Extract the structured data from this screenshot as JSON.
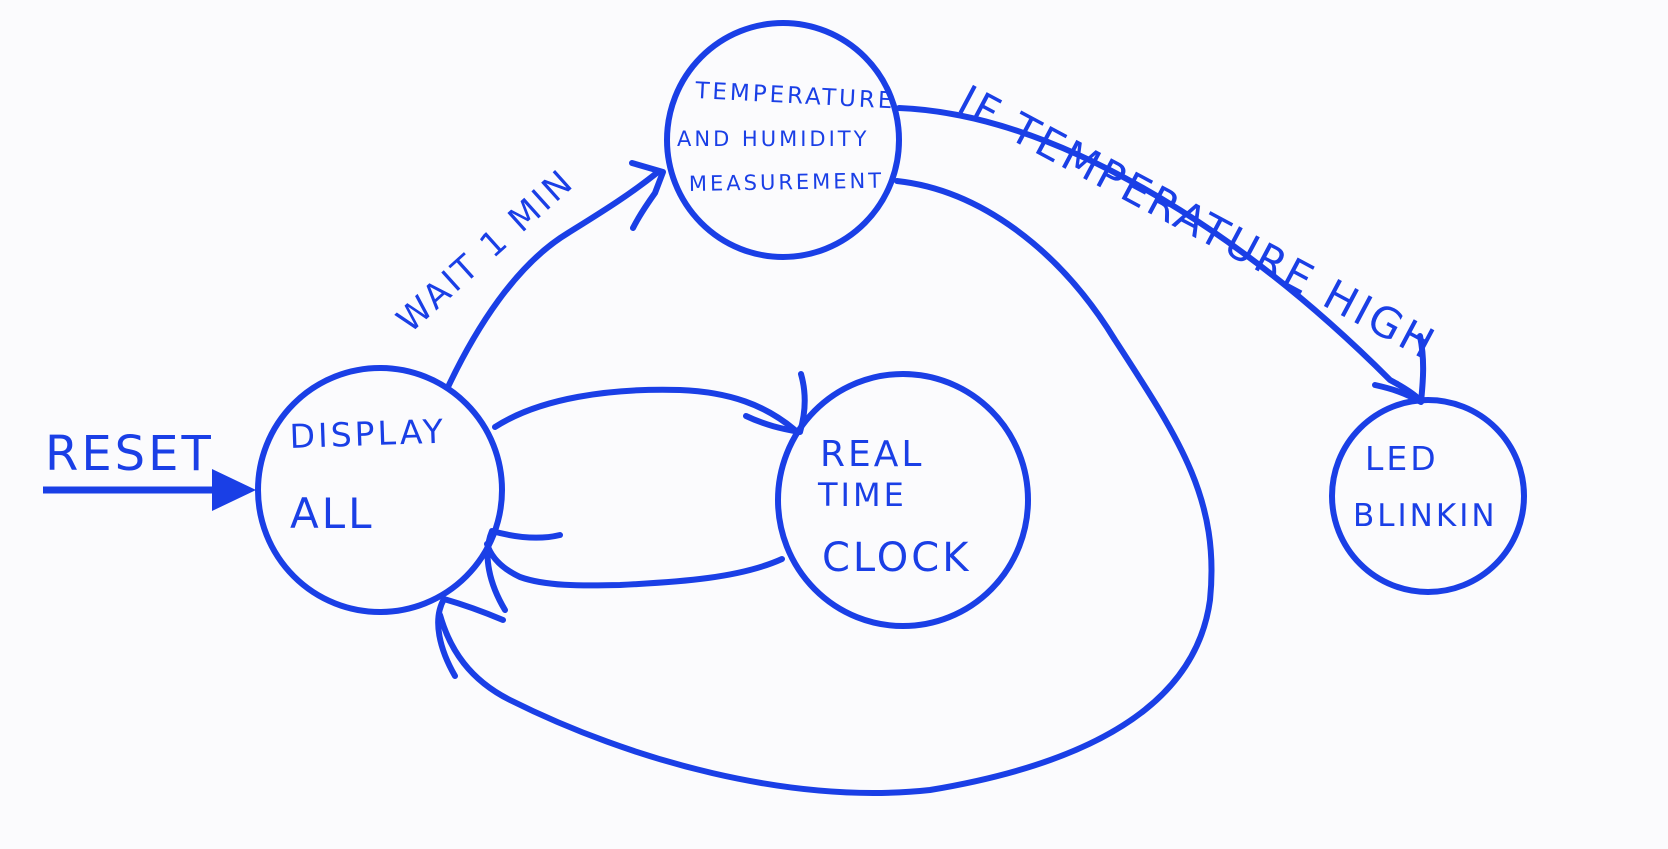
{
  "ink_color": "#1a3fe6",
  "background": "#fbfbfd",
  "states": {
    "display_all": {
      "lines": [
        "DISPLAY",
        "ALL"
      ]
    },
    "temp_humidity": {
      "lines": [
        "TEMPERATURE",
        "AND HUMIDITY",
        "MEASUREMENT"
      ]
    },
    "rtc": {
      "lines": [
        "REAL",
        "TIME",
        "CLOCK"
      ]
    },
    "led": {
      "lines": [
        "LED",
        "BLINKIN"
      ]
    }
  },
  "transitions": {
    "reset": "RESET",
    "wait": "WAIT 1 MIN",
    "temp_high": "IF TEMPERATURE HIGH"
  }
}
